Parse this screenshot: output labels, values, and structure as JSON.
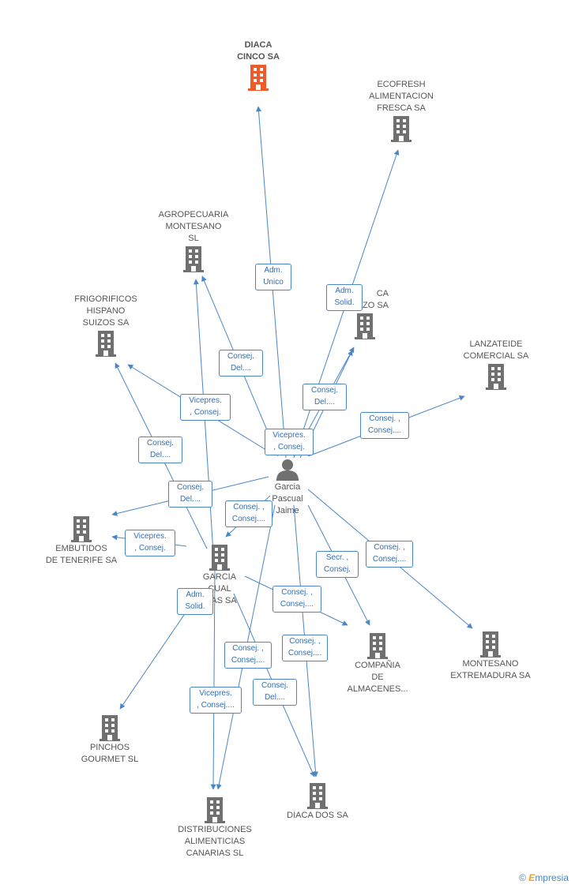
{
  "colors": {
    "edge": "#4a86c8",
    "building": "#707070",
    "main_building": "#f0592a",
    "person": "#707070"
  },
  "person": {
    "name": "Garcia\nPascual\nJaime",
    "icon": "person-icon"
  },
  "companies": [
    {
      "id": "diaca-cinco",
      "name": "DIACA\nCINCO SA",
      "main": true
    },
    {
      "id": "ecofresh",
      "name": "ECOFRESH\nALIMENTACION\nFRESCA SA"
    },
    {
      "id": "agropecuaria",
      "name": "AGROPECUARIA\nMONTESANO\nSL"
    },
    {
      "id": "diaca-zo",
      "name": "CA\nZO SA"
    },
    {
      "id": "frigorificos",
      "name": "FRIGORIFICOS\nHISPANO\nSUIZOS SA"
    },
    {
      "id": "lanzateide",
      "name": "LANZATEIDE\nCOMERCIAL SA"
    },
    {
      "id": "embutidos",
      "name": "EMBUTIDOS\nDE TENERIFE SA"
    },
    {
      "id": "garcia-pascual",
      "name": "GARCIA\nCUAL\nRIAS SA"
    },
    {
      "id": "compania",
      "name": "COMPAÑIA\nDE\nALMACENES..."
    },
    {
      "id": "montesano-ext",
      "name": "MONTESANO\nEXTREMADURA SA"
    },
    {
      "id": "pinchos",
      "name": "PINCHOS\nGOURMET SL"
    },
    {
      "id": "distribuciones",
      "name": "DISTRIBUCIONES\nALIMENTICIAS\nCANARIAS SL"
    },
    {
      "id": "diaca-dos",
      "name": "DIACA DOS SA"
    }
  ],
  "relations": [
    "Adm.\nUnico",
    "Adm.\nSolid.",
    "Consej.\nDel....",
    "Consej.\nDel....",
    "Vicepres.\n, Consej.",
    "Consej. ,\nConsej....",
    "Consej.\nDel....",
    "Vicepres.\n, Consej.",
    "Consej.\nDel....",
    "Consej. ,\nConsej....",
    "Vicepres.\n, Consej.",
    "Secr. ,\nConsej.",
    "Consej. ,\nConsej....",
    "Adm.\nSolid.",
    "Consej. ,\nConsej....",
    "Consej. ,\nConsej....",
    "Consej. ,\nConsej....",
    "Consej.\nDel....",
    "Vicepres.\n, Consej...."
  ],
  "brand": {
    "copyright": "©",
    "e": "E",
    "rest": "mpresia"
  }
}
